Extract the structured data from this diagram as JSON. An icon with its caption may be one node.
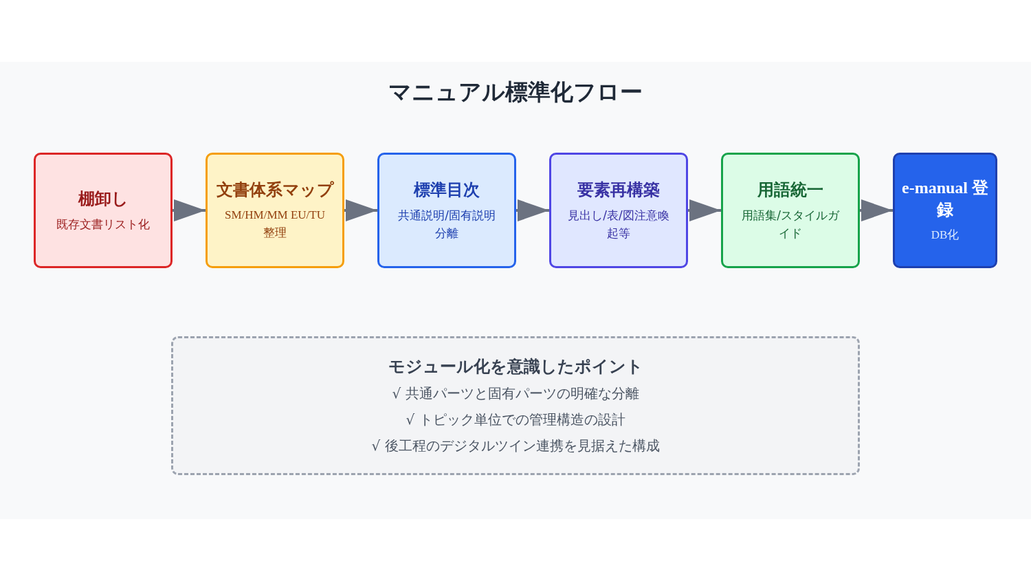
{
  "diagram": {
    "title": "マニュアル標準化フロー",
    "nodes": [
      {
        "text": [
          "棚卸し",
          "既存文書リスト化"
        ]
      },
      {
        "text": [
          "文書体系マップ",
          "SM/HM/MM EU/TU 整理"
        ]
      },
      {
        "text": [
          "標準目次",
          "共通説明/固有説明分離"
        ]
      },
      {
        "text": [
          "要素再構築",
          "見出し/表/図注意喚起等"
        ]
      },
      {
        "text": [
          "用語統一",
          "用語集/スタイルガイド"
        ]
      },
      {
        "text": [
          "e-manual 登録",
          "DB化"
        ]
      },
      {
        "text": [
          "モジュール化を意識したポイント",
          "√ 共通パーツと固有パーツの明確な分離",
          "√ トピック単位での管理構造の設計",
          "√ 後工程のデジタルツイン連携を見据えた構成"
        ]
      }
    ],
    "edges": [
      {
        "from": 0,
        "to": 1,
        "arrow": "to"
      },
      {
        "from": 1,
        "to": 2,
        "arrow": "to"
      },
      {
        "from": 2,
        "to": 3,
        "arrow": "to"
      },
      {
        "from": 3,
        "to": 4,
        "arrow": "to"
      },
      {
        "from": 4,
        "to": 5,
        "arrow": "to"
      }
    ]
  }
}
